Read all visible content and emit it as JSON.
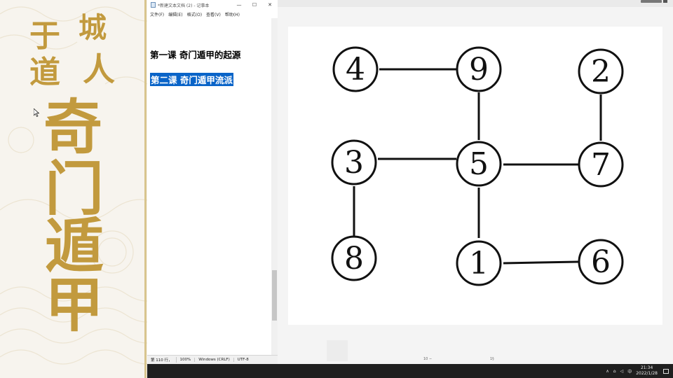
{
  "banner": {
    "calligraphy": {
      "yu": "于",
      "dao": "道",
      "cheng": "城",
      "ren": "人",
      "qi": "奇",
      "men": "门",
      "dun": "遁",
      "jia": "甲"
    },
    "accent_color": "#c29a3e"
  },
  "notepad": {
    "title": "*新建文本文档 (2) - 记事本",
    "window_buttons": [
      "—",
      "☐",
      "✕"
    ],
    "menu": [
      "文件(F)",
      "编辑(E)",
      "格式(O)",
      "查看(V)",
      "帮助(H)"
    ],
    "lines": [
      "第一课 奇门遁甲的起源",
      "第二课 奇门遁甲流派"
    ],
    "selection_color": "#0a64c8",
    "status": {
      "position": "第 110 行，",
      "zoom": "100%",
      "line_ending": "Windows (CRLF)",
      "encoding": "UTF-8"
    }
  },
  "viewer": {
    "ruler_marks": [
      "10 ∼",
      "1§"
    ]
  },
  "diagram": {
    "nodes": [
      "4",
      "9",
      "2",
      "3",
      "5",
      "7",
      "8",
      "1",
      "6"
    ]
  },
  "taskbar": {
    "tray_icons": [
      "chevron-up-icon",
      "network-icon",
      "volume-icon"
    ],
    "ime": "中",
    "time": "21:34",
    "date": "2022/1/28"
  }
}
